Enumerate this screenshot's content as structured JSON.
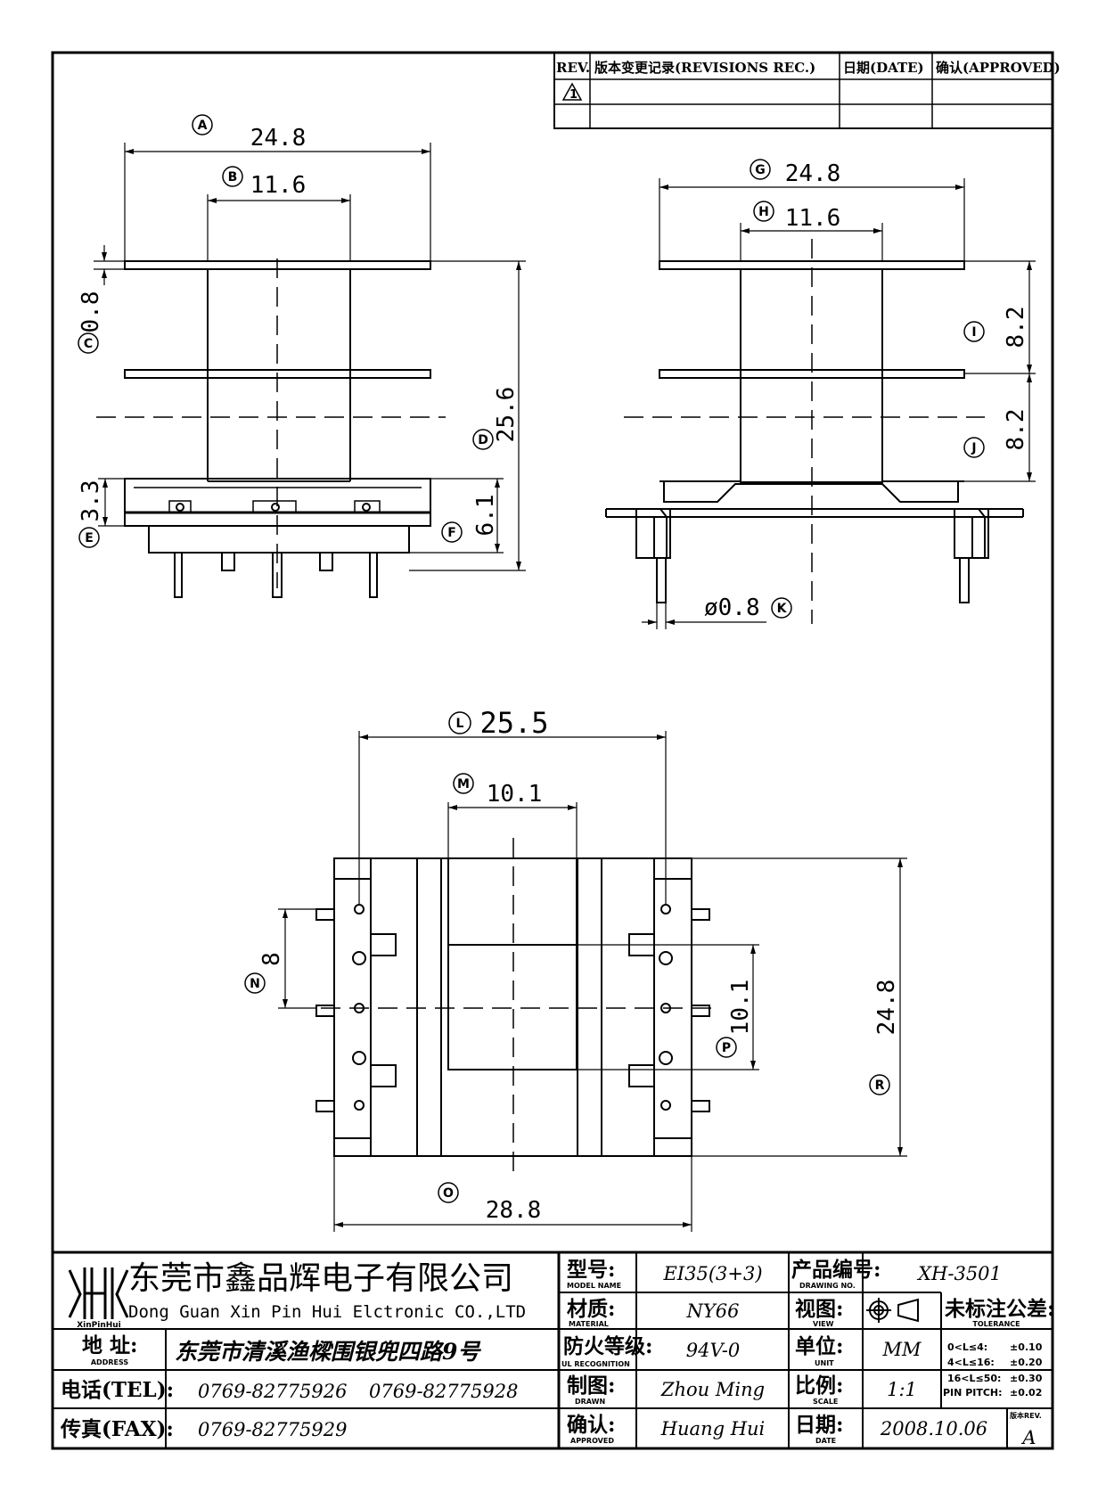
{
  "revision_table": {
    "headers": [
      "REV.",
      "版本变更记录(REVISIONS REC.)",
      "日期(DATE)",
      "确认(APPROVED)"
    ],
    "rev_mark": "1"
  },
  "dimensions": {
    "A": {
      "letter": "A",
      "value": "24.8"
    },
    "B": {
      "letter": "B",
      "value": "11.6"
    },
    "C": {
      "letter": "C",
      "value": "0.8"
    },
    "D": {
      "letter": "D",
      "value": "25.6"
    },
    "E": {
      "letter": "E",
      "value": "3.3"
    },
    "F": {
      "letter": "F",
      "value": "6.1"
    },
    "G": {
      "letter": "G",
      "value": "24.8"
    },
    "H": {
      "letter": "H",
      "value": "11.6"
    },
    "I": {
      "letter": "I",
      "value": "8.2"
    },
    "J": {
      "letter": "J",
      "value": "8.2"
    },
    "K": {
      "letter": "K",
      "value": "ø0.8"
    },
    "L": {
      "letter": "L",
      "value": "25.5"
    },
    "M": {
      "letter": "M",
      "value": "10.1"
    },
    "N": {
      "letter": "N",
      "value": "8"
    },
    "O": {
      "letter": "O",
      "value": "28.8"
    },
    "P": {
      "letter": "P",
      "value": "10.1"
    },
    "R": {
      "letter": "R",
      "value": "24.8"
    }
  },
  "title_block": {
    "logo_text": "XinPinHui",
    "company_cn": "东莞市鑫品辉电子有限公司",
    "company_en": "Dong Guan Xin Pin Hui Elctronic CO.,LTD",
    "address_label_cn": "地 址:",
    "address_label_en": "ADDRESS",
    "address": "东莞市清溪渔樑围银兜四路9号",
    "tel_label": "电话(TEL):",
    "tel_1": "0769-82775926",
    "tel_2": "0769-82775928",
    "fax_label": "传真(FAX):",
    "fax": "0769-82775929",
    "model_label_cn": "型号:",
    "model_label_en": "MODEL NAME",
    "model": "EI35(3+3)",
    "material_label_cn": "材质:",
    "material_label_en": "MATERIAL",
    "material": "NY66",
    "ul_label_cn": "防火等级:",
    "ul_label_en": "UL RECOGNITION",
    "ul": "94V-0",
    "drawn_label_cn": "制图:",
    "drawn_label_en": "DRAWN",
    "drawn": "Zhou Ming",
    "approved_label_cn": "确认:",
    "approved_label_en": "APPROVED",
    "approved": "Huang Hui",
    "drawing_no_label_cn": "产品编号:",
    "drawing_no_label_en": "DRAWING NO.",
    "drawing_no": "XH-3501",
    "view_label_cn": "视图:",
    "view_label_en": "VIEW",
    "unit_label_cn": "单位:",
    "unit_label_en": "UNIT",
    "unit": "MM",
    "scale_label_cn": "比例:",
    "scale_label_en": "SCALE",
    "scale": "1:1",
    "date_label_cn": "日期:",
    "date_label_en": "DATE",
    "date": "2008.10.06",
    "rev_label": "版本REV.",
    "rev": "A",
    "tolerance_label_cn": "未标注公差:",
    "tolerance_label_en": "TOLERANCE",
    "tolerances": [
      {
        "range": "0<L≤4:",
        "value": "±0.10"
      },
      {
        "range": "4<L≤16:",
        "value": "±0.20"
      },
      {
        "range": "16<L≤50:",
        "value": "±0.30"
      },
      {
        "range": "PIN PITCH:",
        "value": "±0.02"
      }
    ]
  }
}
